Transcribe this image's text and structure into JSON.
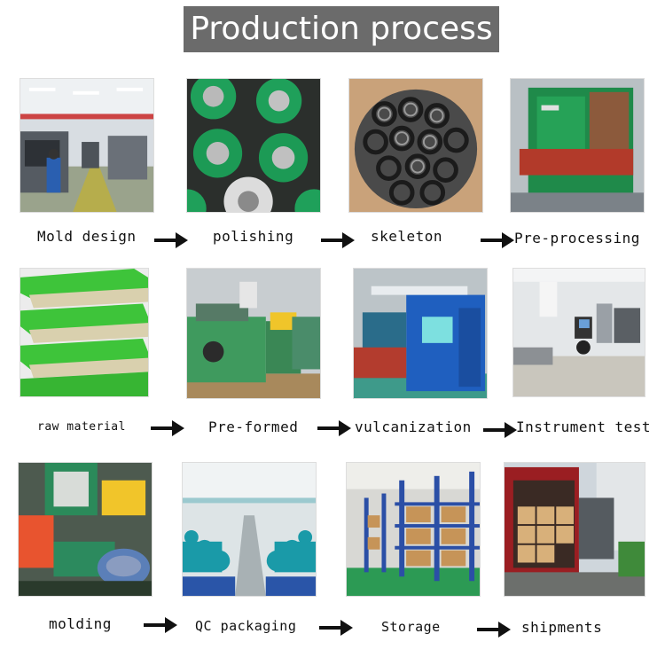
{
  "title": "Production process",
  "steps": [
    {
      "label": "Mold design"
    },
    {
      "label": "polishing"
    },
    {
      "label": "skeleton"
    },
    {
      "label": "Pre-processing"
    },
    {
      "label": "raw material"
    },
    {
      "label": "Pre-formed"
    },
    {
      "label": "vulcanization"
    },
    {
      "label": "Instrument test"
    },
    {
      "label": "molding"
    },
    {
      "label": "QC packaging"
    },
    {
      "label": "Storage"
    },
    {
      "label": "shipments"
    }
  ],
  "colors": {
    "title_bg": "#6b6b6b",
    "title_text": "#ffffff",
    "arrow": "#111111"
  },
  "icons": {
    "arrow": "right-arrow-icon"
  }
}
